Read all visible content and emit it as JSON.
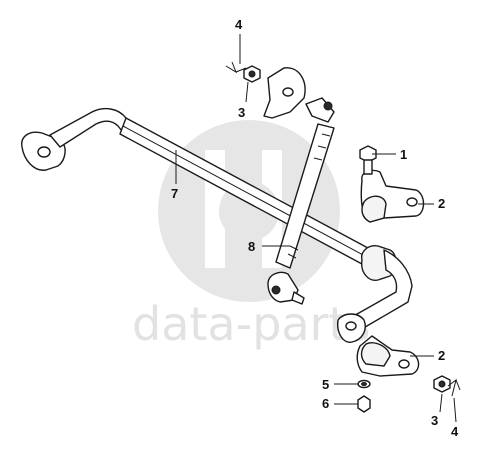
{
  "watermark": {
    "text": "data-parts"
  },
  "callouts": [
    {
      "id": "c1",
      "label": "1"
    },
    {
      "id": "c2a",
      "label": "2"
    },
    {
      "id": "c2b",
      "label": "2"
    },
    {
      "id": "c3a",
      "label": "3"
    },
    {
      "id": "c3b",
      "label": "3"
    },
    {
      "id": "c4a",
      "label": "4"
    },
    {
      "id": "c4b",
      "label": "4"
    },
    {
      "id": "c5",
      "label": "5"
    },
    {
      "id": "c6",
      "label": "6"
    },
    {
      "id": "c7",
      "label": "7"
    },
    {
      "id": "c8",
      "label": "8"
    }
  ],
  "colors": {
    "line": "#1a1a1a",
    "watermark": "#e2e2e2",
    "background": "#ffffff"
  }
}
